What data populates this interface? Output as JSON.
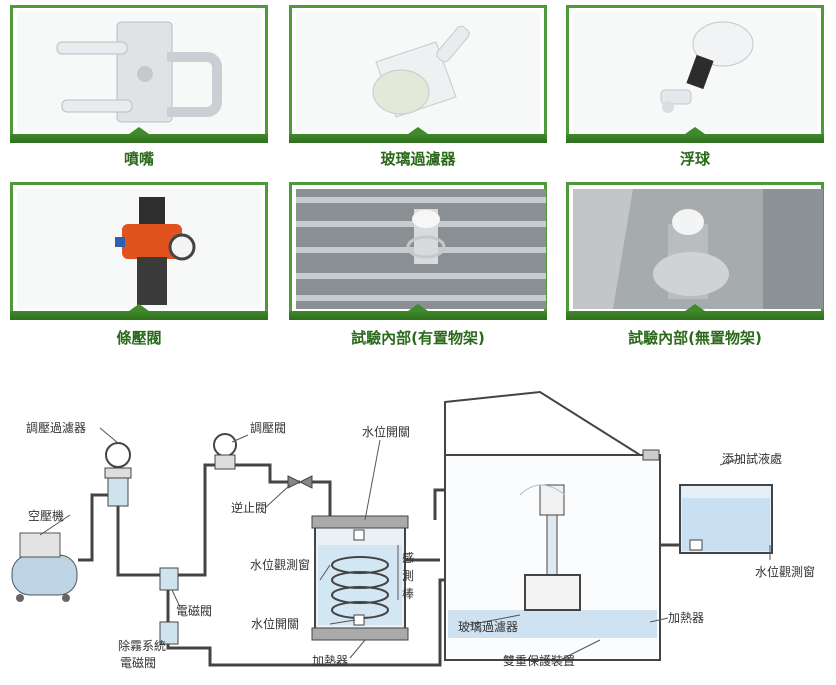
{
  "components": [
    {
      "id": "nozzle",
      "caption": "噴嘴"
    },
    {
      "id": "glass-filter",
      "caption": "玻璃過濾器"
    },
    {
      "id": "float",
      "caption": "浮球"
    },
    {
      "id": "pressure-valve",
      "caption": "條壓閥"
    },
    {
      "id": "interior-with-rack",
      "caption": "試驗內部(有置物架)"
    },
    {
      "id": "interior-no-rack",
      "caption": "試驗內部(無置物架)"
    }
  ],
  "diagram": {
    "labels": {
      "regulator_filter": "調壓過濾器",
      "regulator_valve": "調壓閥",
      "water_switch_top": "水位開關",
      "add_solution": "添加試液處",
      "air_compressor": "空壓機",
      "check_valve": "逆止閥",
      "water_window_left": "水位觀測窗",
      "sensor_1": "感",
      "sensor_2": "測",
      "sensor_3": "棒",
      "water_window_right": "水位觀測窗",
      "solenoid_valve": "電磁閥",
      "water_switch_bottom": "水位開關",
      "glass_filter": "玻璃過濾器",
      "heater_right": "加熱器",
      "defog_1": "除霧系統",
      "defog_2": "電磁閥",
      "heater_bottom": "加熱器",
      "dual_protection": "雙重保護裝置"
    }
  }
}
